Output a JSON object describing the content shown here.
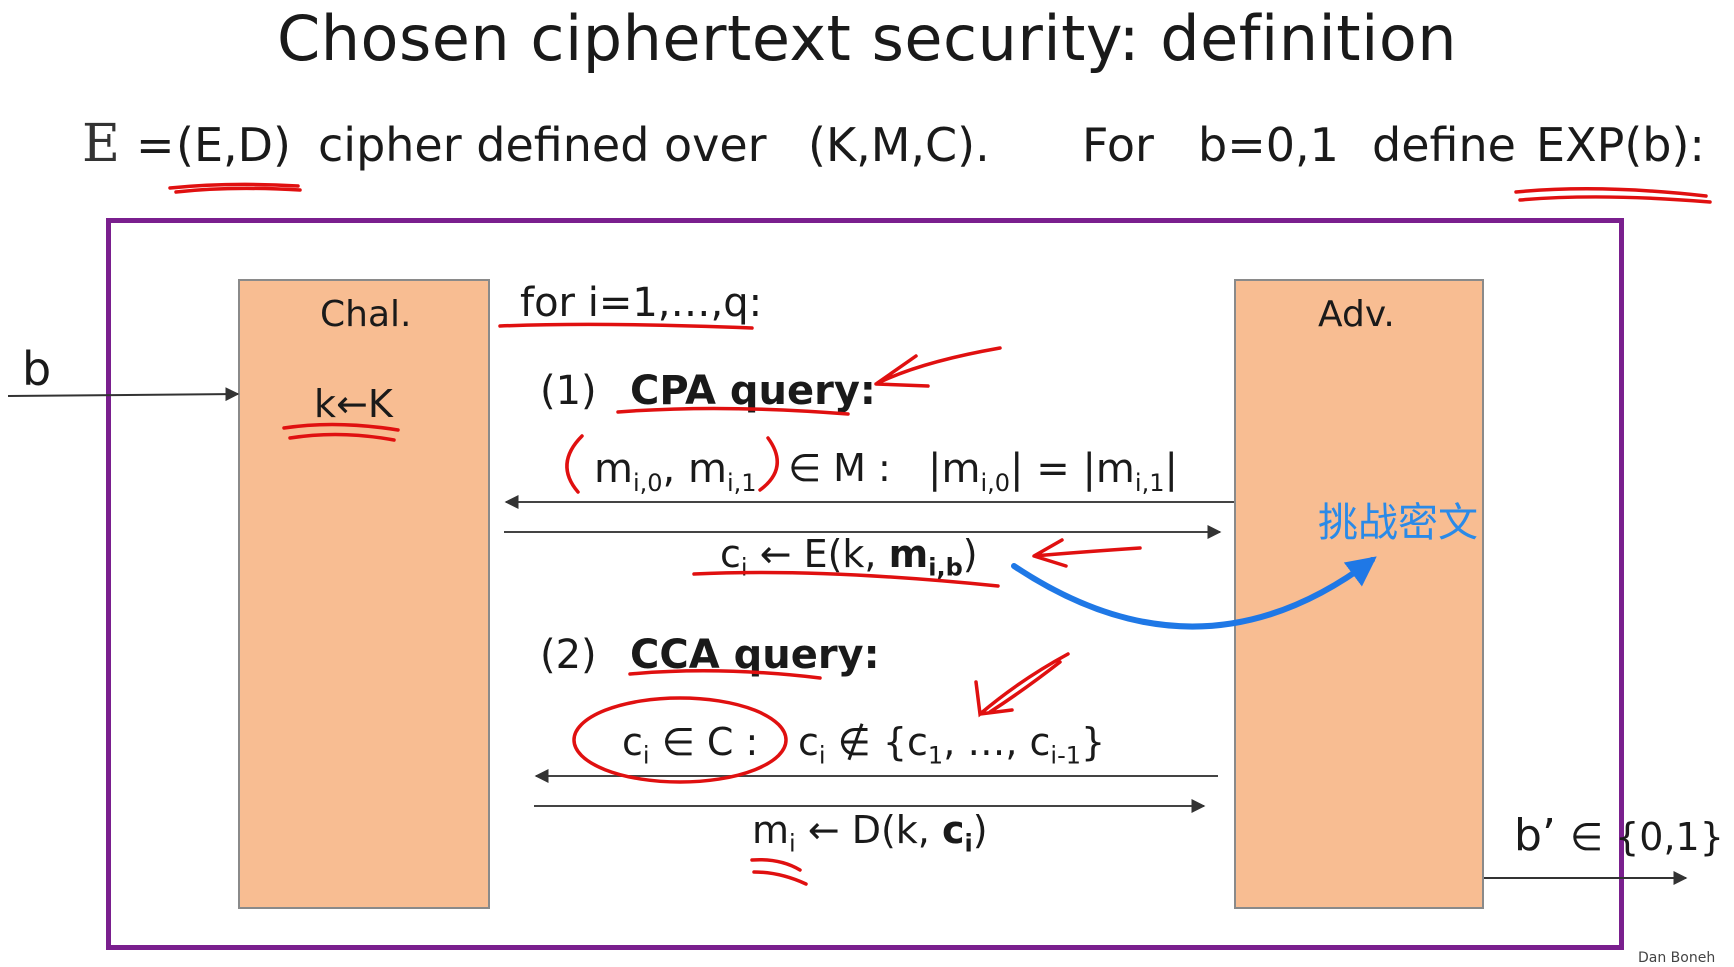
{
  "title": "Chosen ciphertext security:  definition",
  "definition": {
    "cal_e": "E",
    "equals": "=",
    "pair": "(E,D)",
    "cipher_text": "cipher defined over",
    "spaces": "(K,M,C).",
    "for_text": "For",
    "b_values": "b=0,1",
    "define_text": "define",
    "exp": "EXP(b):"
  },
  "challenger": {
    "label": "Chal.",
    "keygen": "k←K"
  },
  "adversary": {
    "label": "Adv."
  },
  "input_bit": "b",
  "loop": "for i=1,…,q:",
  "cpa": {
    "label": "(1)",
    "title": "CPA query:",
    "m": "m",
    "sub0": "i,0",
    "comma": ",",
    "sub1": "i,1",
    "member": "∈ M :",
    "equal_len": {
      "bar_left": "|m",
      "sub_left": "i,0",
      "middle": "| = |m",
      "sub_right": "i,1",
      "bar_right": "|"
    },
    "response": {
      "c": "c",
      "sub_i": "i",
      "arrow_e": "← E(k,",
      "m": "m",
      "sub_ib": "i,b",
      "close": ")"
    }
  },
  "cca": {
    "label": "(2)",
    "title": "CCA query:",
    "c": "c",
    "sub_i": "i",
    "member": "∈ C :",
    "c2": "c",
    "sub_i2": "i",
    "notin_open": "∉ {c",
    "sub_1": "1",
    "mid": ", …, c",
    "sub_im1": "i-1",
    "close_brace": "}",
    "response": {
      "m": "m",
      "sub_i": "i",
      "arrow_d": "← D(k,",
      "c": "c",
      "sub_i2": "i",
      "close": ")"
    }
  },
  "annotation_cn": "挑战密文",
  "output": {
    "b_prime": "b’",
    "member": "∈ {0,1}"
  },
  "credit": "Dan Boneh",
  "colors": {
    "frame": "#7a1f8e",
    "party_fill": "#f8bd92",
    "red_ink": "#e01010",
    "blue_ink": "#1f78e6"
  }
}
